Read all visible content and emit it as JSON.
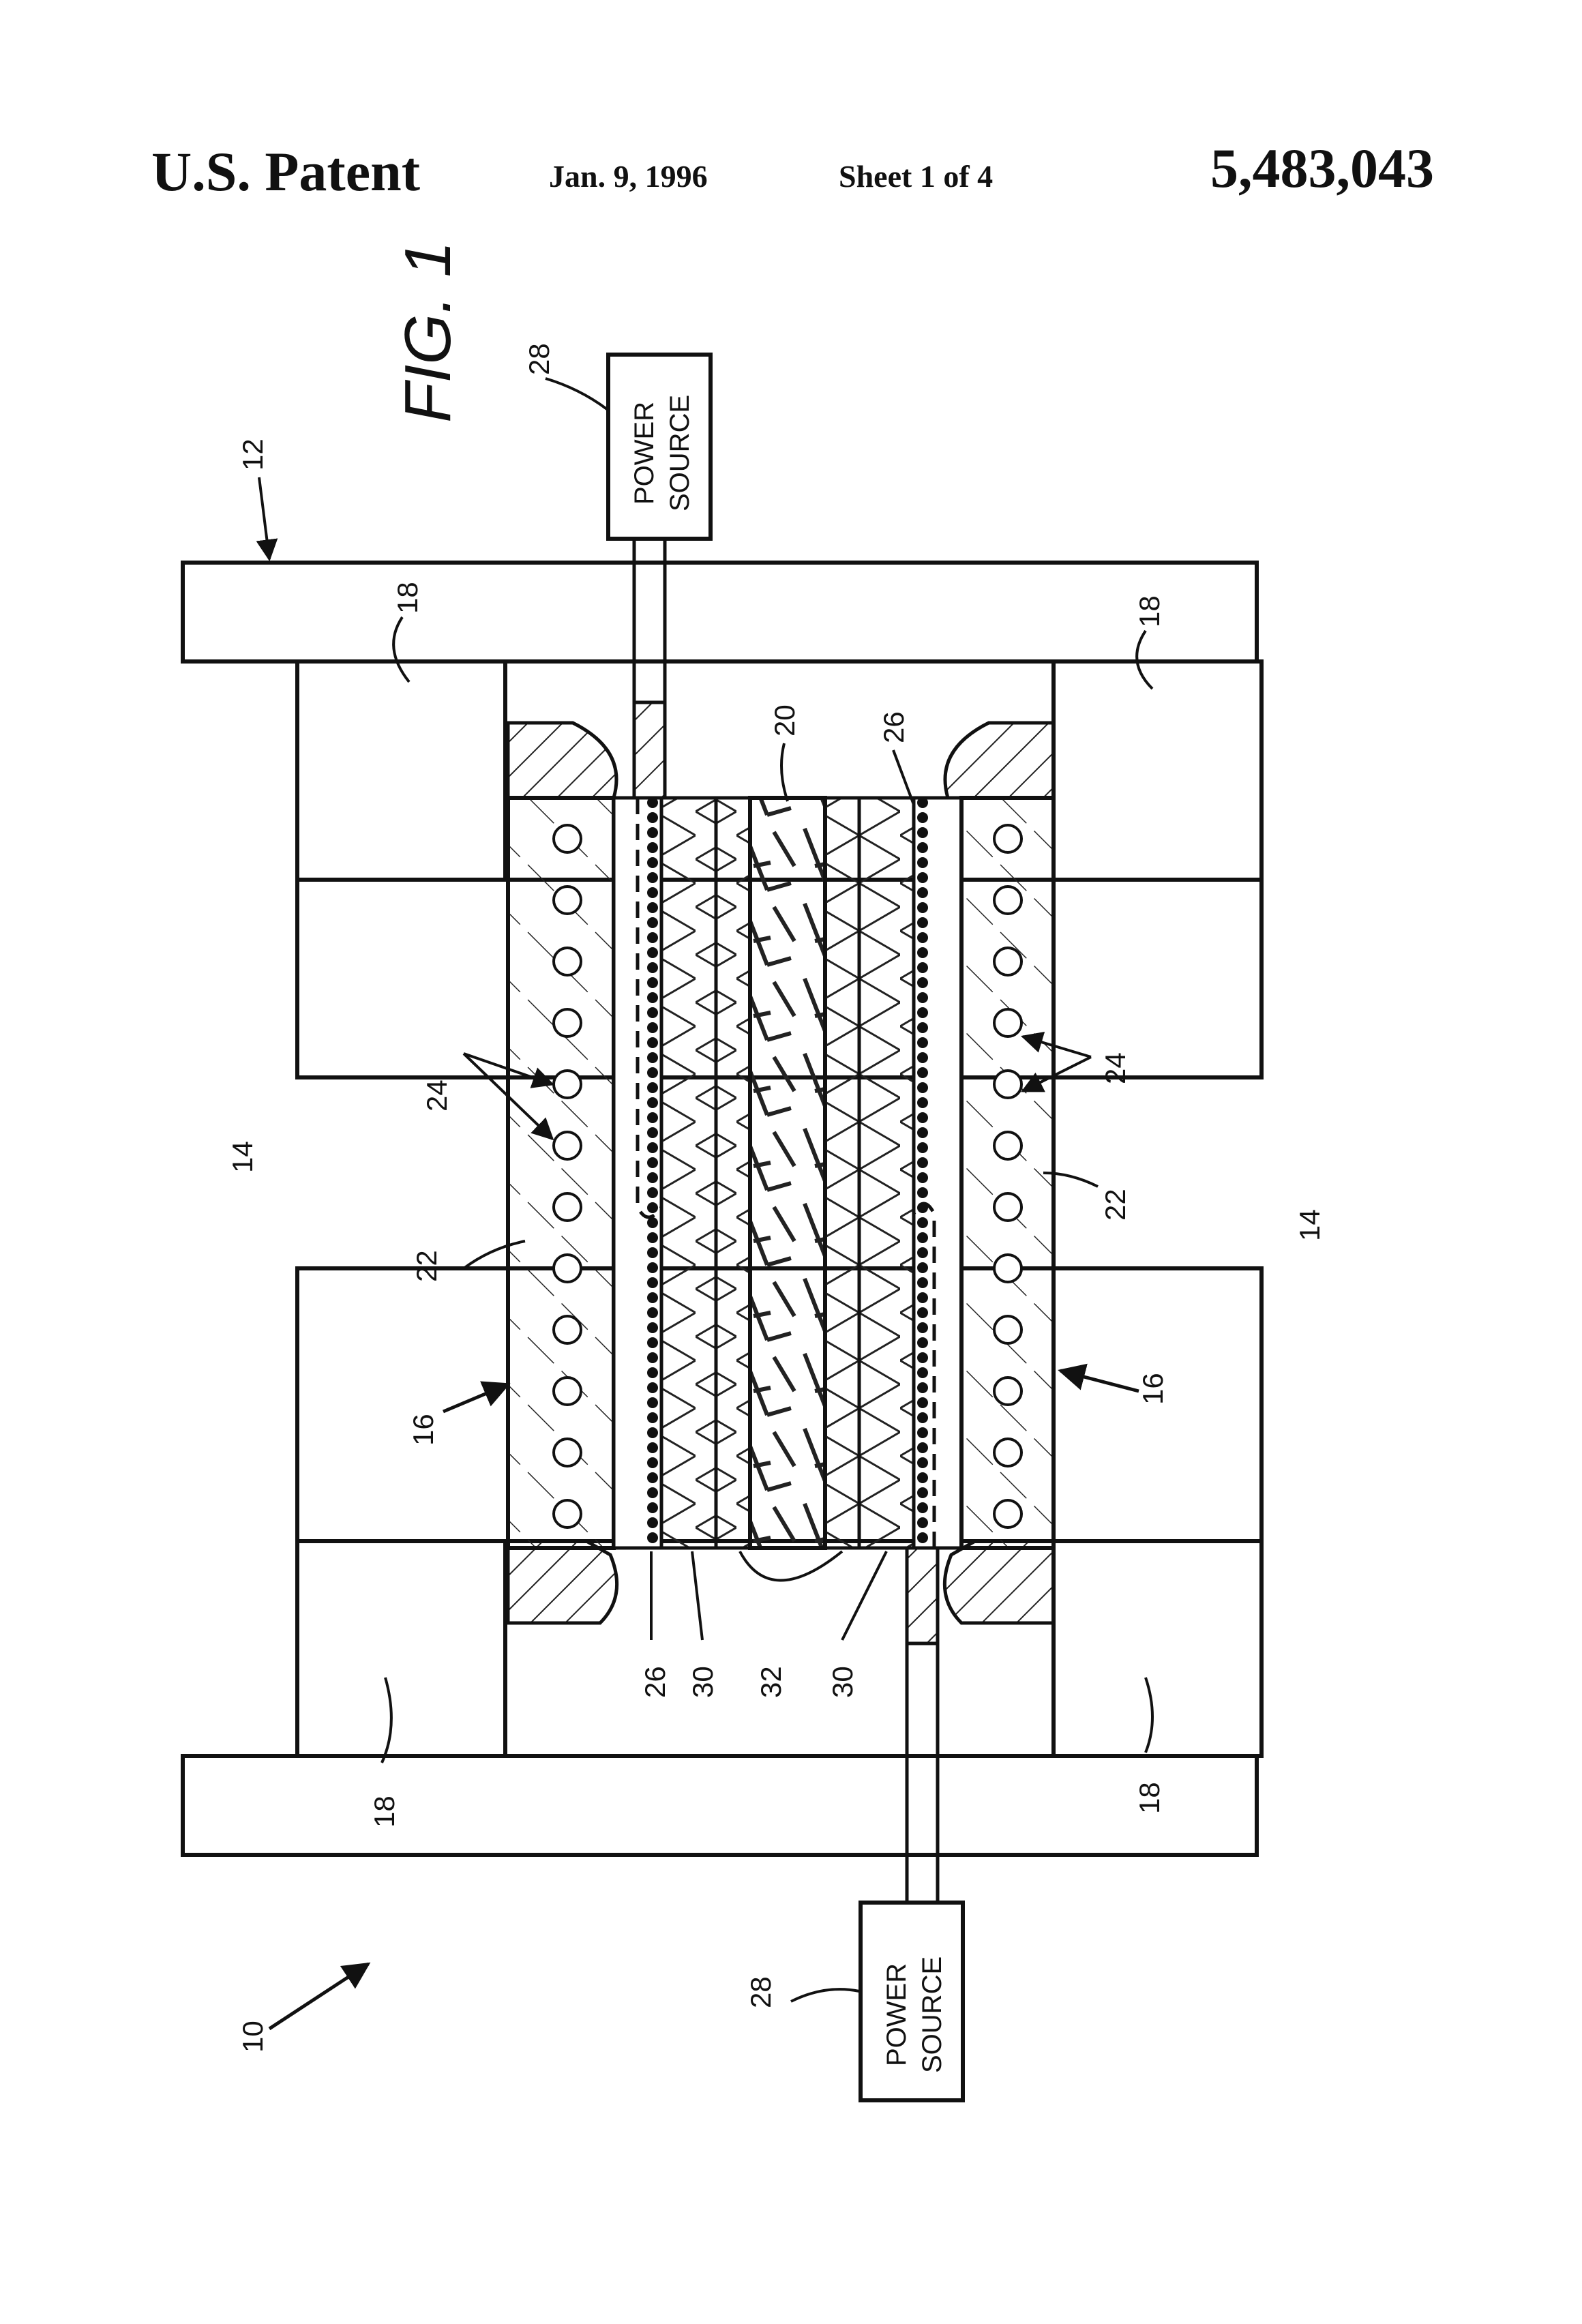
{
  "header": {
    "title": "U.S. Patent",
    "date": "Jan. 9, 1996",
    "sheet": "Sheet 1 of 4",
    "patent_number": "5,483,043"
  },
  "figure": {
    "label": "FIG. 1",
    "power_source_text": [
      "POWER",
      "SOURCE"
    ],
    "reference_numerals": {
      "assembly": "10",
      "press": "12",
      "platen": "14",
      "tool": "16",
      "spacer": "18",
      "workpiece_core": "20",
      "insulator": "22",
      "cooling_channel": "24",
      "heater_element": "26",
      "power_source": "28",
      "outer_layer": "30",
      "inner_layer": "32"
    }
  }
}
